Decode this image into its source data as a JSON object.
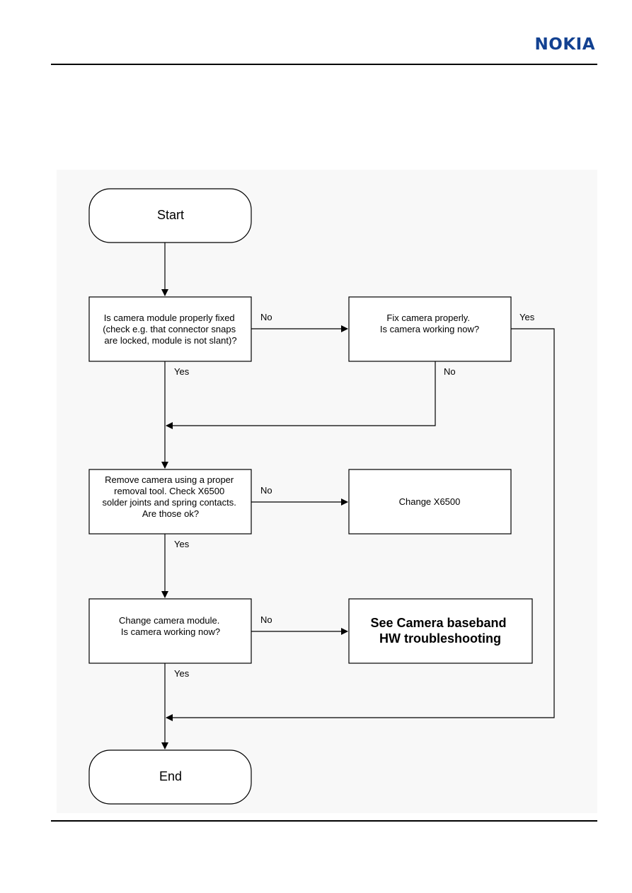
{
  "header": {
    "brand": "NOKIA"
  },
  "flowchart": {
    "start": "Start",
    "end": "End",
    "q1": {
      "lines": [
        "Is camera module properly fixed",
        "(check e.g. that connector snaps",
        "are locked, module is not slant)?"
      ]
    },
    "fix": {
      "lines": [
        "Fix camera properly.",
        "Is camera working now?"
      ]
    },
    "q2": {
      "lines": [
        "Remove camera using a proper",
        "removal tool. Check X6500",
        "solder joints and spring contacts.",
        "Are those ok?"
      ]
    },
    "change_x6500": {
      "lines": [
        "Change X6500"
      ]
    },
    "q3": {
      "lines": [
        "Change camera module.",
        "Is camera working now?"
      ]
    },
    "see_hw": {
      "lines": [
        "See Camera baseband",
        "HW troubleshooting"
      ]
    },
    "labels": {
      "q1_no": "No",
      "q1_yes": "Yes",
      "fix_yes": "Yes",
      "fix_no": "No",
      "q2_no": "No",
      "q2_yes": "Yes",
      "q3_no": "No",
      "q3_yes": "Yes"
    }
  }
}
